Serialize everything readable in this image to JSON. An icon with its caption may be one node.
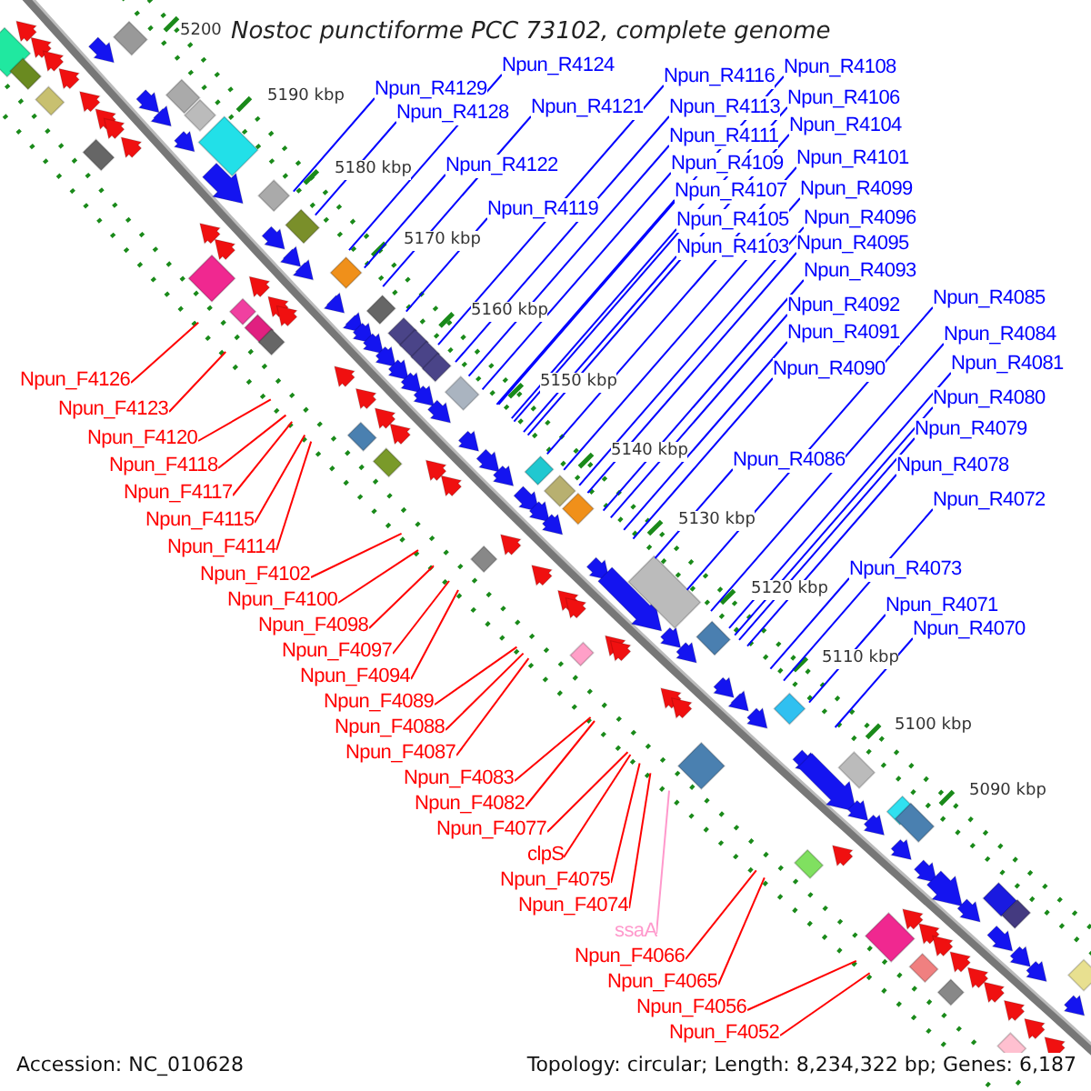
{
  "diagram": {
    "title": "Nostoc punctiforme PCC 73102, complete genome",
    "nodes": [
      {
        "text": [
          "Npun_R4124"
        ]
      },
      {
        "text": [
          "Npun_R4129"
        ]
      },
      {
        "text": [
          "Npun_R4128"
        ]
      },
      {
        "text": [
          "Npun_R4121"
        ]
      },
      {
        "text": [
          "Npun_R4122"
        ]
      },
      {
        "text": [
          "Npun_R4119"
        ]
      },
      {
        "text": [
          "Npun_R4116"
        ]
      },
      {
        "text": [
          "Npun_R4113"
        ]
      },
      {
        "text": [
          "Npun_R4111"
        ]
      },
      {
        "text": [
          "Npun_R4109"
        ]
      },
      {
        "text": [
          "Npun_R4107"
        ]
      },
      {
        "text": [
          "Npun_R4105"
        ]
      },
      {
        "text": [
          "Npun_R4103"
        ]
      },
      {
        "text": [
          "Npun_R4108"
        ]
      },
      {
        "text": [
          "Npun_R4106"
        ]
      },
      {
        "text": [
          "Npun_R4104"
        ]
      },
      {
        "text": [
          "Npun_R4101"
        ]
      },
      {
        "text": [
          "Npun_R4099"
        ]
      },
      {
        "text": [
          "Npun_R4096"
        ]
      },
      {
        "text": [
          "Npun_R4095"
        ]
      },
      {
        "text": [
          "Npun_R4093"
        ]
      },
      {
        "text": [
          "Npun_R4092"
        ]
      },
      {
        "text": [
          "Npun_R4091"
        ]
      },
      {
        "text": [
          "Npun_R4090"
        ]
      },
      {
        "text": [
          "Npun_R4085"
        ]
      },
      {
        "text": [
          "Npun_R4084"
        ]
      },
      {
        "text": [
          "Npun_R4081"
        ]
      },
      {
        "text": [
          "Npun_R4080"
        ]
      },
      {
        "text": [
          "Npun_R4079"
        ]
      },
      {
        "text": [
          "Npun_R4086"
        ]
      },
      {
        "text": [
          "Npun_R4078"
        ]
      },
      {
        "text": [
          "Npun_R4072"
        ]
      },
      {
        "text": [
          "Npun_R4073"
        ]
      },
      {
        "text": [
          "Npun_R4071"
        ]
      },
      {
        "text": [
          "Npun_R4070"
        ]
      },
      {
        "text": [
          "Npun_F4126"
        ]
      },
      {
        "text": [
          "Npun_F4123"
        ]
      },
      {
        "text": [
          "Npun_F4120"
        ]
      },
      {
        "text": [
          "Npun_F4118"
        ]
      },
      {
        "text": [
          "Npun_F4117"
        ]
      },
      {
        "text": [
          "Npun_F4115"
        ]
      },
      {
        "text": [
          "Npun_F4114"
        ]
      },
      {
        "text": [
          "Npun_F4102"
        ]
      },
      {
        "text": [
          "Npun_F4100"
        ]
      },
      {
        "text": [
          "Npun_F4098"
        ]
      },
      {
        "text": [
          "Npun_F4097"
        ]
      },
      {
        "text": [
          "Npun_F4094"
        ]
      },
      {
        "text": [
          "Npun_F4089"
        ]
      },
      {
        "text": [
          "Npun_F4088"
        ]
      },
      {
        "text": [
          "Npun_F4087"
        ]
      },
      {
        "text": [
          "Npun_F4083"
        ]
      },
      {
        "text": [
          "Npun_F4082"
        ]
      },
      {
        "text": [
          "Npun_F4077"
        ]
      },
      {
        "text": [
          "clpS"
        ]
      },
      {
        "text": [
          "Npun_F4075"
        ]
      },
      {
        "text": [
          "Npun_F4074"
        ]
      },
      {
        "text": [
          "ssaA"
        ]
      },
      {
        "text": [
          "Npun_F4066"
        ]
      },
      {
        "text": [
          "Npun_F4065"
        ]
      },
      {
        "text": [
          "Npun_F4056"
        ]
      },
      {
        "text": [
          "Npun_F4052"
        ]
      }
    ],
    "edges": [
      {
        "from": 0,
        "to": null,
        "arrow": "none"
      },
      {
        "from": 1,
        "to": null,
        "arrow": "none"
      },
      {
        "from": 2,
        "to": null,
        "arrow": "none"
      },
      {
        "from": 3,
        "to": null,
        "arrow": "none"
      },
      {
        "from": 4,
        "to": null,
        "arrow": "none"
      },
      {
        "from": 5,
        "to": null,
        "arrow": "none"
      },
      {
        "from": 6,
        "to": null,
        "arrow": "none"
      },
      {
        "from": 7,
        "to": null,
        "arrow": "none"
      },
      {
        "from": 8,
        "to": null,
        "arrow": "none"
      },
      {
        "from": 9,
        "to": null,
        "arrow": "none"
      },
      {
        "from": 10,
        "to": null,
        "arrow": "none"
      },
      {
        "from": 11,
        "to": null,
        "arrow": "none"
      },
      {
        "from": 12,
        "to": null,
        "arrow": "none"
      },
      {
        "from": 13,
        "to": null,
        "arrow": "none"
      },
      {
        "from": 14,
        "to": null,
        "arrow": "none"
      },
      {
        "from": 15,
        "to": null,
        "arrow": "none"
      },
      {
        "from": 16,
        "to": null,
        "arrow": "none"
      },
      {
        "from": 17,
        "to": null,
        "arrow": "none"
      },
      {
        "from": 18,
        "to": null,
        "arrow": "none"
      },
      {
        "from": 19,
        "to": null,
        "arrow": "none"
      },
      {
        "from": 20,
        "to": null,
        "arrow": "none"
      },
      {
        "from": 21,
        "to": null,
        "arrow": "none"
      },
      {
        "from": 22,
        "to": null,
        "arrow": "none"
      },
      {
        "from": 23,
        "to": null,
        "arrow": "none"
      },
      {
        "from": 24,
        "to": null,
        "arrow": "none"
      },
      {
        "from": 25,
        "to": null,
        "arrow": "none"
      },
      {
        "from": 26,
        "to": null,
        "arrow": "none"
      },
      {
        "from": 27,
        "to": null,
        "arrow": "none"
      },
      {
        "from": 28,
        "to": null,
        "arrow": "none"
      },
      {
        "from": 29,
        "to": null,
        "arrow": "none"
      },
      {
        "from": 30,
        "to": null,
        "arrow": "none"
      },
      {
        "from": 31,
        "to": null,
        "arrow": "none"
      },
      {
        "from": 32,
        "to": null,
        "arrow": "none"
      },
      {
        "from": 33,
        "to": null,
        "arrow": "none"
      },
      {
        "from": 34,
        "to": null,
        "arrow": "none"
      },
      {
        "from": 35,
        "to": null,
        "arrow": "none",
        "color": "#ff0000"
      },
      {
        "from": 36,
        "to": null,
        "arrow": "none",
        "color": "#ff0000"
      },
      {
        "from": 37,
        "to": null,
        "arrow": "none",
        "color": "#ff0000"
      },
      {
        "from": 38,
        "to": null,
        "arrow": "none",
        "color": "#ff0000"
      },
      {
        "from": 39,
        "to": null,
        "arrow": "none",
        "color": "#ff0000"
      },
      {
        "from": 40,
        "to": null,
        "arrow": "none",
        "color": "#ff0000"
      },
      {
        "from": 41,
        "to": null,
        "arrow": "none",
        "color": "#ff0000"
      },
      {
        "from": 42,
        "to": null,
        "arrow": "none",
        "color": "#ff0000"
      },
      {
        "from": 43,
        "to": null,
        "arrow": "none",
        "color": "#ff0000"
      },
      {
        "from": 44,
        "to": null,
        "arrow": "none",
        "color": "#ff0000"
      },
      {
        "from": 45,
        "to": null,
        "arrow": "none",
        "color": "#ff0000"
      },
      {
        "from": 46,
        "to": null,
        "arrow": "none",
        "color": "#ff0000"
      },
      {
        "from": 47,
        "to": null,
        "arrow": "none",
        "color": "#ff0000"
      },
      {
        "from": 48,
        "to": null,
        "arrow": "none",
        "color": "#ff0000"
      },
      {
        "from": 49,
        "to": null,
        "arrow": "none",
        "color": "#ff0000"
      },
      {
        "from": 50,
        "to": null,
        "arrow": "none",
        "color": "#ff0000"
      },
      {
        "from": 51,
        "to": null,
        "arrow": "none",
        "color": "#ff0000"
      },
      {
        "from": 52,
        "to": null,
        "arrow": "none",
        "color": "#ff0000"
      },
      {
        "from": 53,
        "to": null,
        "arrow": "none",
        "color": "#ff0000"
      },
      {
        "from": 54,
        "to": null,
        "arrow": "none",
        "color": "#ff0000"
      },
      {
        "from": 55,
        "to": null,
        "arrow": "none",
        "color": "#ff0000"
      },
      {
        "from": 56,
        "to": null,
        "arrow": "none",
        "color": "#ff99cc"
      },
      {
        "from": 57,
        "to": null,
        "arrow": "none",
        "color": "#ff0000"
      },
      {
        "from": 58,
        "to": null,
        "arrow": "none",
        "color": "#ff0000"
      },
      {
        "from": 59,
        "to": null,
        "arrow": "none",
        "color": "#ff0000"
      },
      {
        "from": 60,
        "to": null,
        "arrow": "none",
        "color": "#ff0000"
      }
    ],
    "labels": [
      "5200",
      "5190 kbp",
      "5180 kbp",
      "5170 kbp",
      "5160 kbp",
      "5150 kbp",
      "5140 kbp",
      "5130 kbp",
      "5120 kbp",
      "5110 kbp",
      "5100 kbp",
      "5090 kbp",
      "Accession: NC_010628",
      "Topology: circular; Length: 8,234,322 bp; Genes: 6,187"
    ]
  }
}
